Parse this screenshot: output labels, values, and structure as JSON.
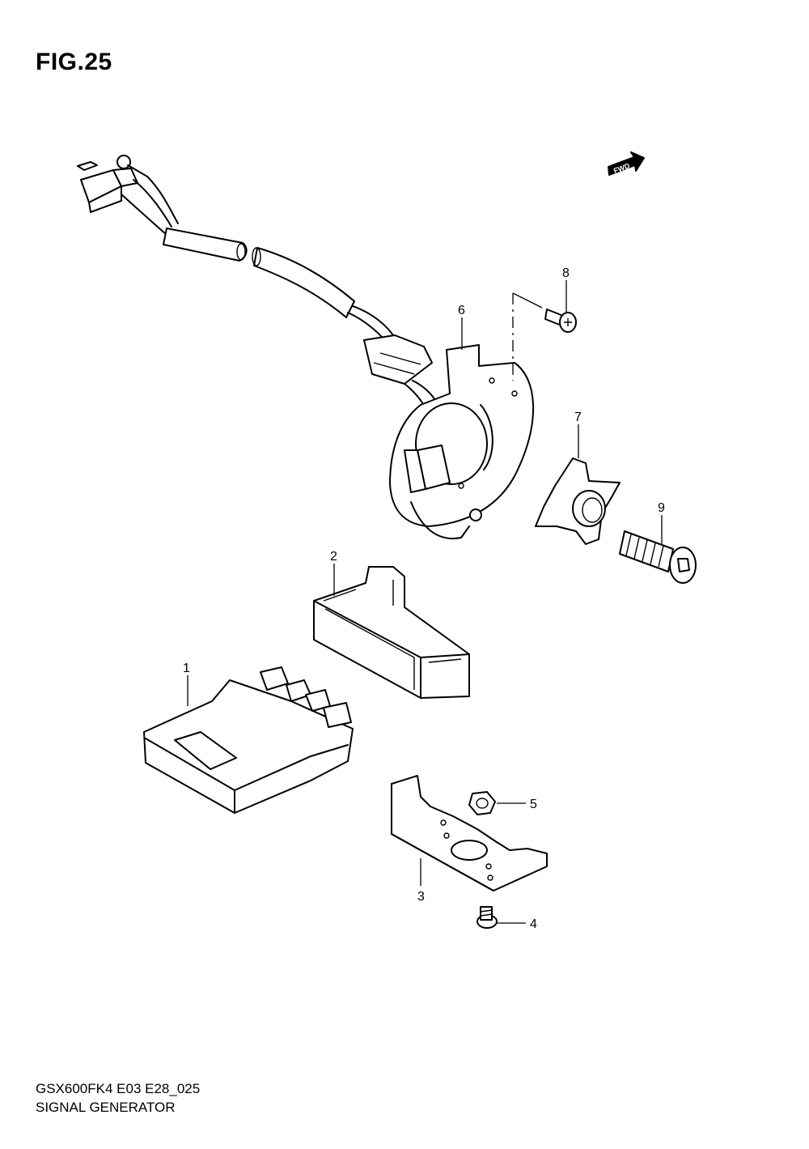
{
  "figure": {
    "title": "FIG.25"
  },
  "footer": {
    "model_code": "GSX600FK4 E03 E28_025",
    "section_name": "SIGNAL GENERATOR"
  },
  "direction_marker": {
    "label": "FWD",
    "icon": "fwd-arrow-icon"
  },
  "callouts": [
    {
      "number": "1"
    },
    {
      "number": "2"
    },
    {
      "number": "3"
    },
    {
      "number": "4"
    },
    {
      "number": "5"
    },
    {
      "number": "6"
    },
    {
      "number": "7"
    },
    {
      "number": "8"
    },
    {
      "number": "9"
    }
  ]
}
